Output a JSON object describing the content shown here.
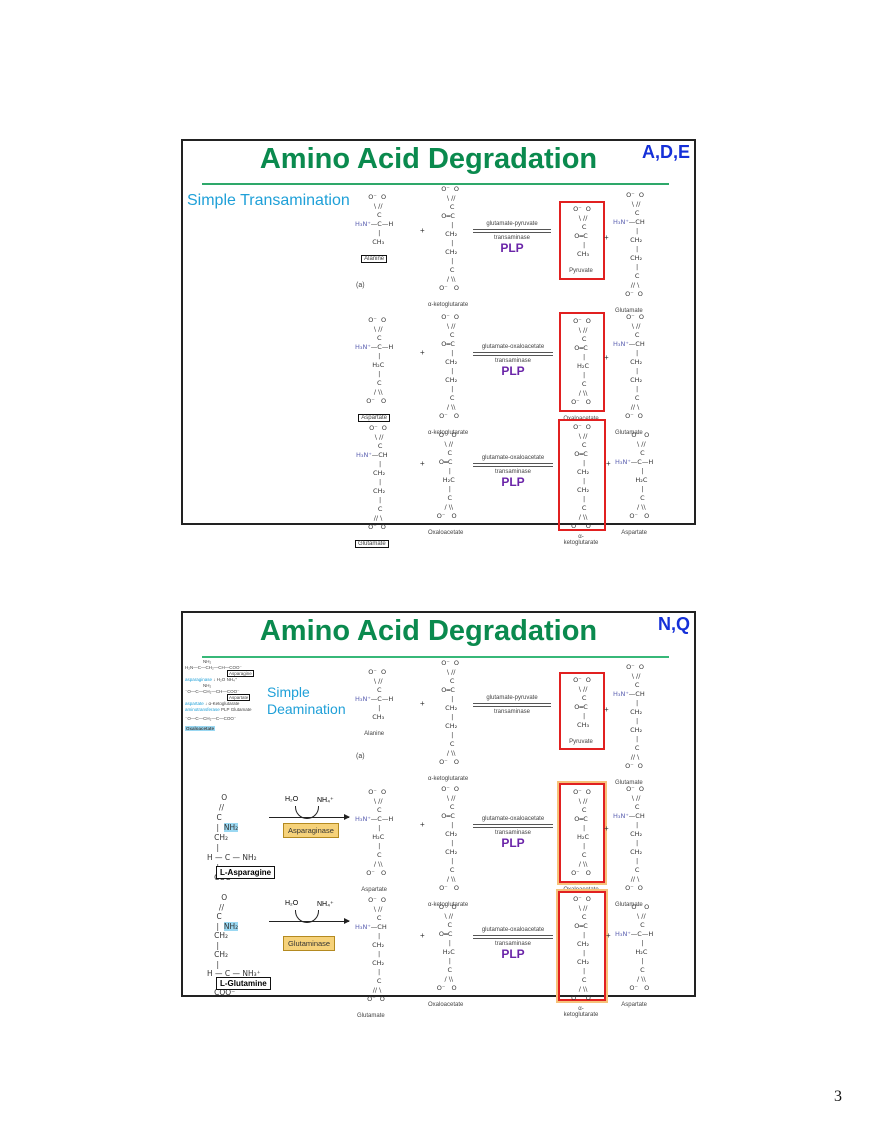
{
  "page_number": "3",
  "slides": [
    {
      "title": "Amino Acid Degradation",
      "tag": "A,D,E",
      "subtitle": "Simple Transamination",
      "panel_label": "(a)",
      "reactions": [
        {
          "reactant1": {
            "name": "Alanine",
            "boxed": true
          },
          "reactant2": {
            "name": "α-ketoglutarate"
          },
          "enzyme_top": "glutamate-pyruvate",
          "enzyme_bottom": "transaminase",
          "cofactor": "PLP",
          "product1": {
            "name": "Pyruvate",
            "highlighted": true
          },
          "product2": {
            "name": "Glutamate"
          }
        },
        {
          "reactant1": {
            "name": "Aspartate",
            "boxed": true
          },
          "reactant2": {
            "name": "α-ketoglutarate"
          },
          "enzyme_top": "glutamate-oxaloacetate",
          "enzyme_bottom": "transaminase",
          "cofactor": "PLP",
          "product1": {
            "name": "Oxaloacetate",
            "highlighted": true
          },
          "product2": {
            "name": "Glutamate"
          }
        },
        {
          "reactant1": {
            "name": "Glutamate",
            "boxed": true
          },
          "reactant2": {
            "name": "Oxaloacetate"
          },
          "enzyme_top": "glutamate-oxaloacetate",
          "enzyme_bottom": "transaminase",
          "cofactor": "PLP",
          "product1": {
            "name": "α-ketoglutarate",
            "highlighted": true
          },
          "product2": {
            "name": "Aspartate"
          }
        }
      ]
    },
    {
      "title": "Amino Acid Degradation",
      "tag": "N,Q",
      "subtitle_line1": "Simple",
      "subtitle_line2": "Deamination",
      "panel_label": "(a)",
      "side_scheme": {
        "asparagine": "Asparagine",
        "enzyme1": "asparaginase",
        "h2o": "H₂O",
        "nh4": "NH₄⁺",
        "aspartate": "Aspartate",
        "enzyme2_line1": "aspartate",
        "enzyme2_line2": "aminotransferase",
        "akg": "α-Ketoglutarate",
        "plp": "PLP",
        "glutamate": "Glutamate",
        "oxaloacetate": "Oxaloacetate"
      },
      "deaminations": [
        {
          "substrate": "L-Asparagine",
          "enzyme": "Asparaginase",
          "water": "H₂O",
          "ammonium": "NH₄⁺"
        },
        {
          "substrate": "L-Glutamine",
          "enzyme": "Glutaminase",
          "water": "H₂O",
          "ammonium": "NH₄⁺"
        }
      ],
      "reactions": [
        {
          "reactant1": {
            "name": "Alanine"
          },
          "reactant2": {
            "name": "α-ketoglutarate"
          },
          "enzyme_top": "glutamate-pyruvate",
          "enzyme_bottom": "transaminase",
          "product1": {
            "name": "Pyruvate"
          },
          "product2": {
            "name": "Glutamate"
          }
        },
        {
          "reactant1": {
            "name": "Aspartate"
          },
          "reactant2": {
            "name": "α-ketoglutarate"
          },
          "enzyme_top": "glutamate-oxaloacetate",
          "enzyme_bottom": "transaminase",
          "cofactor": "PLP",
          "product1": {
            "name": "Oxaloacetate"
          },
          "product2": {
            "name": "Glutamate"
          }
        },
        {
          "reactant1": {
            "name": "Glutamate"
          },
          "reactant2": {
            "name": "Oxaloacetate"
          },
          "enzyme_top": "glutamate-oxaloacetate",
          "enzyme_bottom": "transaminase",
          "cofactor": "PLP",
          "product1": {
            "name": "α-ketoglutarate"
          },
          "product2": {
            "name": "Aspartate"
          }
        }
      ]
    }
  ],
  "colors": {
    "title": "#0a8a4e",
    "tag": "#1530d8",
    "subtitle": "#1fa0d8",
    "plp": "#6a24a8",
    "highlight_box": "#e12020",
    "enzyme_box": "#f6d27a"
  }
}
